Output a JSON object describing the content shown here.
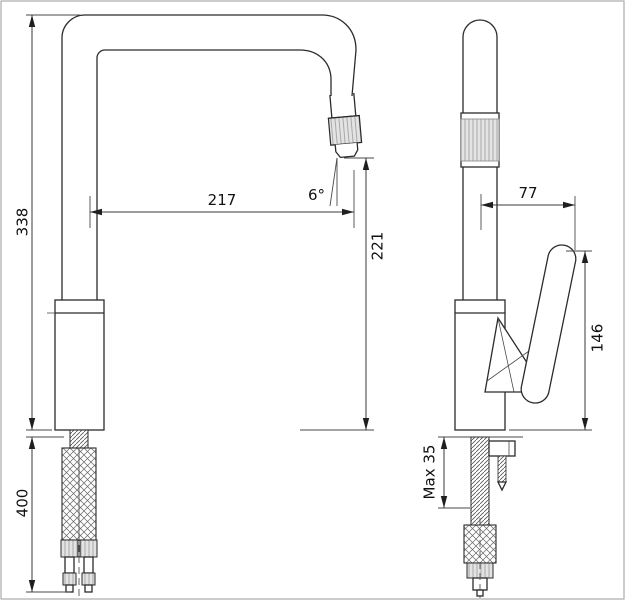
{
  "style": {
    "line_color": "#2b2b2b",
    "background": "#ffffff"
  },
  "dims": {
    "total_height": "338",
    "hose_length": "400",
    "spout_reach": "217",
    "outlet_height": "221",
    "outlet_angle": "6°",
    "handle_reach": "77",
    "handle_height": "146",
    "max_counter": "Max 35"
  }
}
